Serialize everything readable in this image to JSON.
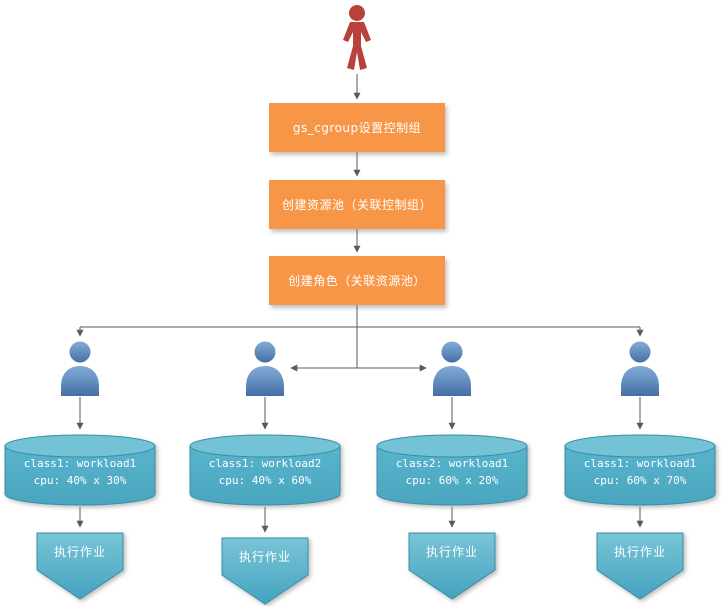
{
  "flow": {
    "steps": [
      {
        "label": "gs_cgroup设置控制组"
      },
      {
        "label": "创建资源池（关联控制组）"
      },
      {
        "label": "创建角色（关联资源池）"
      }
    ]
  },
  "branches": [
    {
      "pool": "class1: workload1",
      "cpu": "cpu: 40% x 30%",
      "action": "执行作业"
    },
    {
      "pool": "class1: workload2",
      "cpu": "cpu: 40% x 60%",
      "action": "执行作业"
    },
    {
      "pool": "class2: workload1",
      "cpu": "cpu: 60% x 20%",
      "action": "执行作业"
    },
    {
      "pool": "class1: workload1",
      "cpu": "cpu: 60% x 70%",
      "action": "执行作业"
    }
  ],
  "colors": {
    "step_box": "#F79646",
    "actor_red": "#B9413C",
    "user_blue": "#4F81BD",
    "cylinder": "#4BACC6",
    "banner": "#4BACC6",
    "connector": "#5A5A5A"
  }
}
